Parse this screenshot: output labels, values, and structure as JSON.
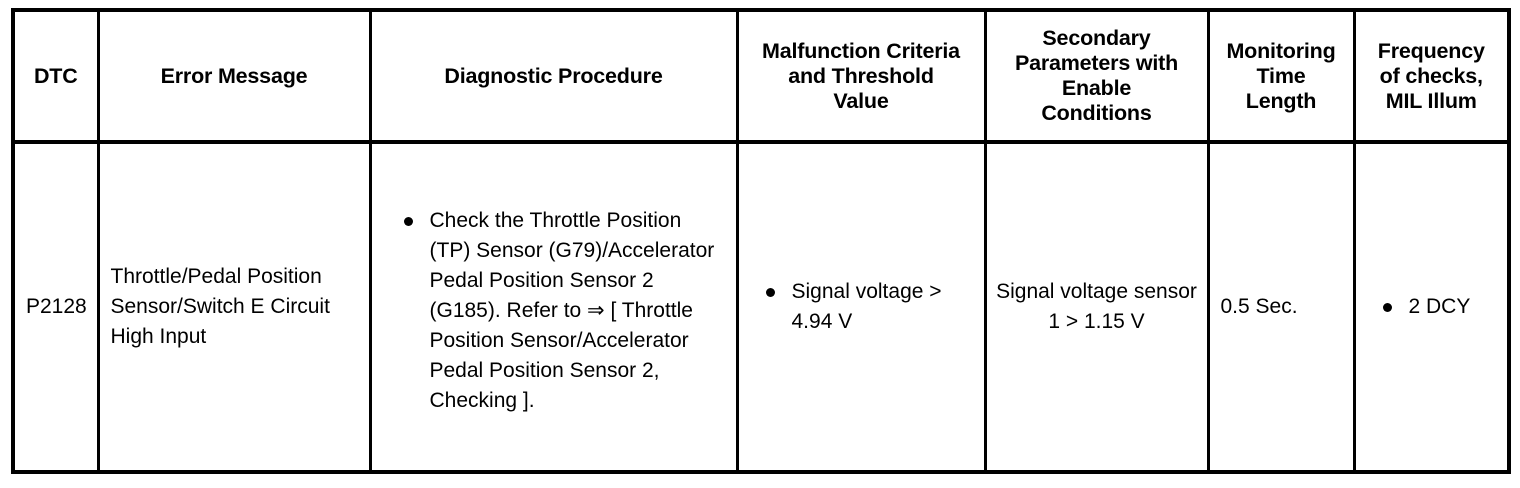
{
  "table": {
    "columns": [
      {
        "key": "dtc",
        "label": "DTC"
      },
      {
        "key": "error",
        "label": "Error Message"
      },
      {
        "key": "diagnostic",
        "label": "Diagnostic Procedure"
      },
      {
        "key": "malfunction",
        "label": "Malfunction Criteria and Threshold Value"
      },
      {
        "key": "secondary",
        "label": "Secondary Parameters with Enable Conditions"
      },
      {
        "key": "monitoring",
        "label": "Monitoring Time Length"
      },
      {
        "key": "frequency",
        "label": "Frequency of checks, MIL Illum"
      }
    ],
    "header_lines": {
      "dtc": [
        "DTC"
      ],
      "error": [
        "Error Message"
      ],
      "diagnostic": [
        "Diagnostic Procedure"
      ],
      "malfunction": [
        "Malfunction Criteria",
        "and Threshold",
        "Value"
      ],
      "secondary": [
        "Secondary",
        "Parameters with",
        "Enable",
        "Conditions"
      ],
      "monitoring": [
        "Monitoring",
        "Time",
        "Length"
      ],
      "frequency": [
        "Frequency",
        "of checks,",
        "MIL Illum"
      ]
    },
    "rows": [
      {
        "dtc": "P2128",
        "error_message": "Throttle/Pedal Position Sensor/Switch E Circuit High Input",
        "diagnostic_bullets": [
          "Check the Throttle Position (TP) Sensor (G79)/Accelerator Pedal Position Sensor 2 (G185). Refer to ⇒ [ Throttle Position Sensor/Accelerator Pedal Position Sensor 2, Checking ]."
        ],
        "malfunction_bullets": [
          "Signal voltage > 4.94 V"
        ],
        "secondary_parameters": "Signal voltage sensor 1 > 1.15 V",
        "monitoring_time": "0.5 Sec.",
        "frequency_bullets": [
          "2 DCY"
        ]
      }
    ]
  },
  "colors": {
    "border": "#000000",
    "text": "#000000",
    "background": "#ffffff"
  }
}
